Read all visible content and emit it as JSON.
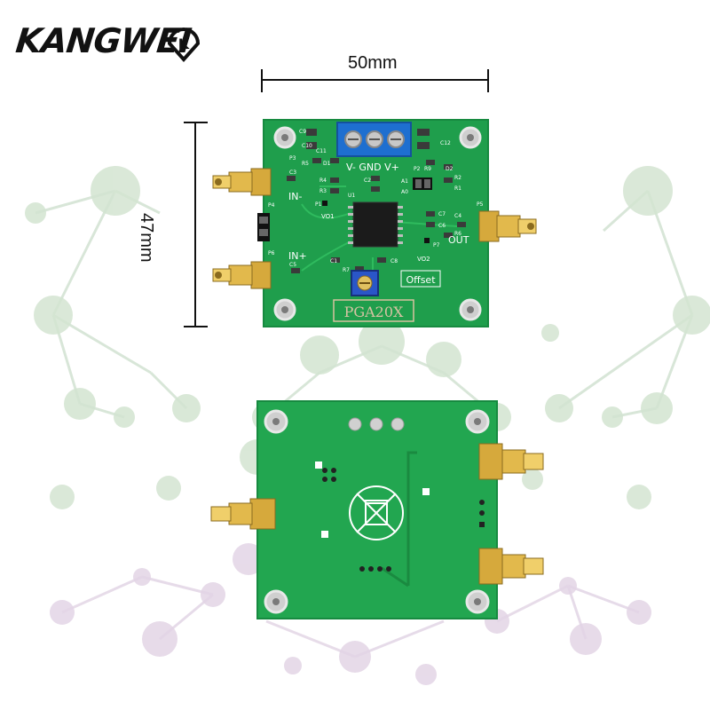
{
  "brand": {
    "logo_text": "KANGWEI",
    "logo_badge": "K"
  },
  "dimensions": {
    "width": "50mm",
    "height": "47mm"
  },
  "front_board": {
    "model_label": "PGA20X",
    "offset_label": "Offset",
    "power_header_label": "V-  GND  V+",
    "out_label": "OUT",
    "in_minus_label": "IN-",
    "in_plus_label": "IN+",
    "vo1_label": "VO1",
    "vo2_label": "VO2",
    "component_labels": [
      "C9",
      "C10",
      "C11",
      "C12",
      "R5",
      "D1",
      "P3",
      "P2",
      "R9",
      "D2",
      "C3",
      "R4",
      "R3",
      "C2",
      "A1",
      "A0",
      "R2",
      "R1",
      "P1",
      "C7",
      "C4",
      "C6",
      "R6",
      "P5",
      "P7",
      "C5",
      "C8",
      "R7",
      "C1",
      "U1",
      "P4",
      "P6"
    ],
    "colors": {
      "pcb": "#1f9e4c",
      "pcb_edge": "#178a40",
      "terminal_block": "#1e6fd0",
      "sma_gold": "#d6a93c",
      "potentiometer": "#2a56c8"
    }
  },
  "back_board": {
    "colors": {
      "pcb": "#22a650"
    }
  }
}
